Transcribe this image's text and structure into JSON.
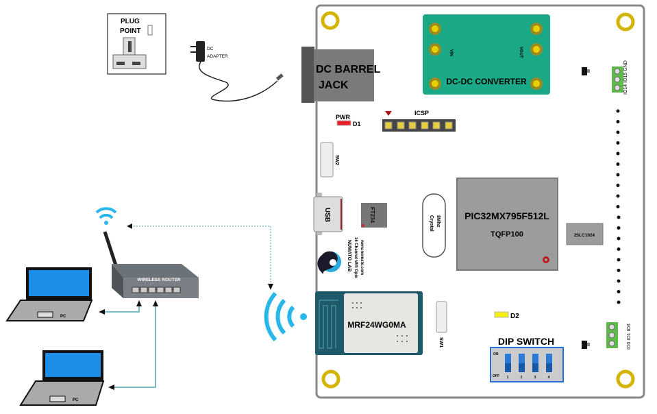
{
  "plug_point": {
    "line1": "PLUG",
    "line2": "POINT"
  },
  "adapter": {
    "line1": "DC",
    "line2": "ADAPTER"
  },
  "barrel_jack": {
    "line1": "DC BARREL",
    "line2": "JACK"
  },
  "dcdc": {
    "title": "DC-DC CONVERTER",
    "vin": "VIN",
    "vout": "VOUT"
  },
  "pwr_led": {
    "label": "PWR",
    "designator": "D1",
    "color": "#e8202a"
  },
  "icsp": {
    "label": "ICSP"
  },
  "sw2": {
    "label": "SW2"
  },
  "usb": {
    "label": "USB"
  },
  "ft234": {
    "label": "FT234"
  },
  "logo": {
    "line1": "NUMATO LAB",
    "line2": "16 Channel Wifi Gpio",
    "line3": "www.numato.com"
  },
  "crystal": {
    "line1": "8Mhz",
    "line2": "Crystal"
  },
  "mcu": {
    "name": "PIC32MX795F512L",
    "package": "TQFP100"
  },
  "eeprom": {
    "label": "25LC1024"
  },
  "terminal_top": {
    "labels": [
      "IO14",
      "IO15",
      "GND"
    ]
  },
  "terminal_bottom": {
    "labels": [
      "IO0",
      "IO1",
      "IO3"
    ]
  },
  "wifi_module": {
    "label": "MRF24WG0MA",
    "color": "#1e5a6a"
  },
  "sw1": {
    "label": "SW1"
  },
  "d2_led": {
    "designator": "D2",
    "color": "#f5ef10"
  },
  "dip_switch": {
    "title": "DIP SWITCH",
    "on": "ON",
    "off": "OFF",
    "numbers": [
      "1",
      "2",
      "3",
      "4"
    ]
  },
  "router": {
    "label": "WIRELESS ROUTER"
  },
  "pcs": [
    {
      "label": "PC"
    },
    {
      "label": "PC"
    }
  ],
  "colors": {
    "board_accent": "#d4b400",
    "converter": "#1aa886",
    "link_line": "#4aa3b0",
    "wifi_icon": "#29b6e8",
    "terminal": "#5dbb4a"
  }
}
